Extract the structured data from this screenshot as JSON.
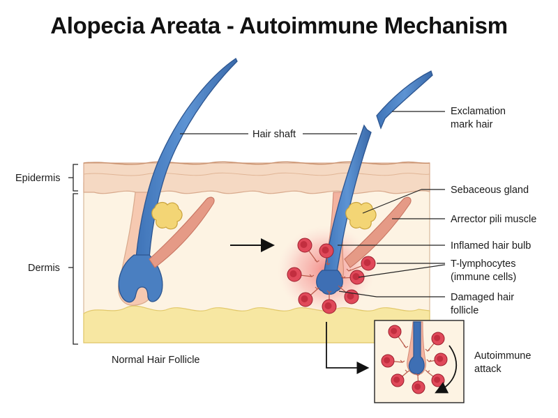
{
  "title": "Alopecia Areata - Autoimmune Mechanism",
  "labels": {
    "hair_shaft": "Hair shaft",
    "exclamation_line1": "Exclamation",
    "exclamation_line2": "mark hair",
    "epidermis": "Epidermis",
    "dermis": "Dermis",
    "sebaceous_gland": "Sebaceous gland",
    "arrector_pili": "Arrector pili muscle",
    "inflamed_bulb": "Inflamed hair bulb",
    "t_lymph_line1": "T-lymphocytes",
    "t_lymph_line2": "(immune cells)",
    "damaged_line1": "Damaged hair",
    "damaged_line2": "follicle",
    "normal_follicle": "Normal Hair Follicle",
    "autoimmune_line1": "Autoimmune",
    "autoimmune_line2": "attack"
  },
  "colors": {
    "skin_top": "#f5d9c3",
    "skin_line": "#d8a98c",
    "dermis": "#fdf3e3",
    "fat": "#f7e7a2",
    "hair": "#4a7fc1",
    "hair_dark": "#2c5590",
    "gland": "#f3d575",
    "muscle": "#e59a86",
    "cell": "#e0495a",
    "cell_core": "#b82537",
    "inflame": "#f28a8a"
  }
}
